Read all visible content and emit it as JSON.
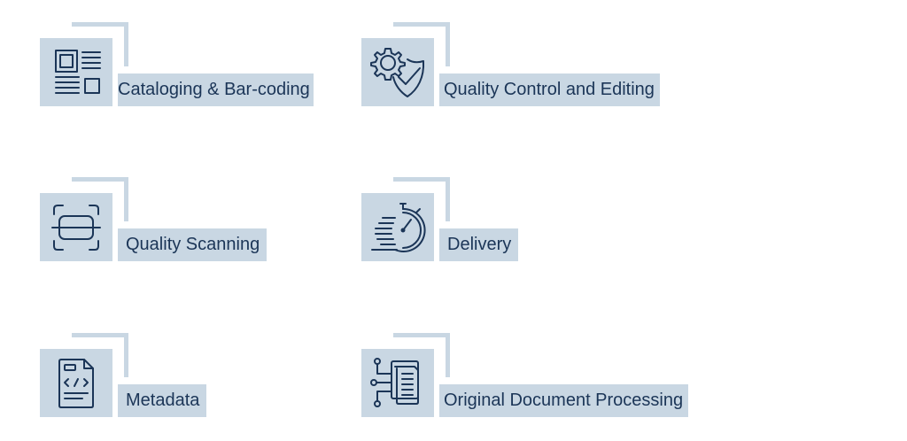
{
  "services": [
    {
      "label": "Cataloging & Bar-coding",
      "icon": "catalog-barcode-icon"
    },
    {
      "label": "Quality Control and Editing",
      "icon": "gear-shield-check-icon"
    },
    {
      "label": "Quality Scanning",
      "icon": "scan-frame-icon"
    },
    {
      "label": "Delivery",
      "icon": "stopwatch-speed-icon"
    },
    {
      "label": "Metadata",
      "icon": "code-document-icon"
    },
    {
      "label": "Original Document Processing",
      "icon": "document-circuit-icon"
    }
  ],
  "colors": {
    "tile": "#c9d7e3",
    "ink": "#1b3557"
  }
}
